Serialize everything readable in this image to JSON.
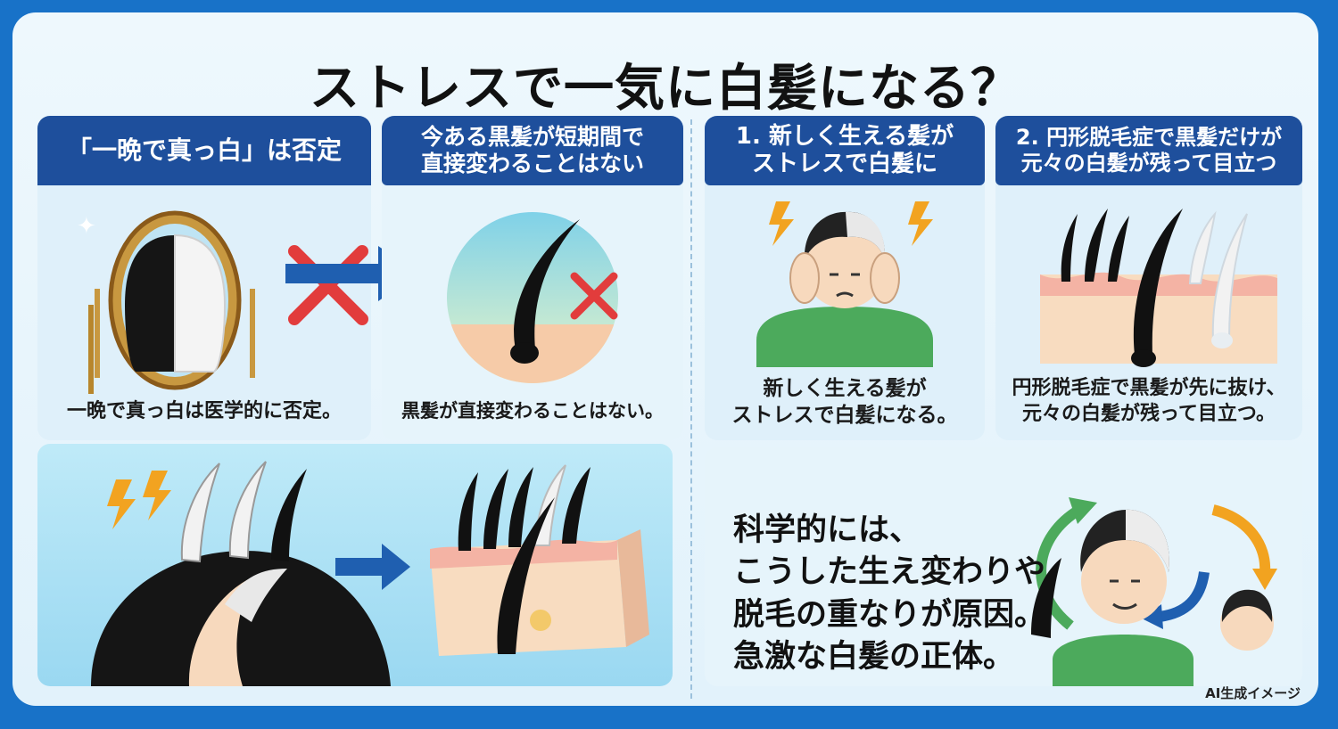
{
  "title": "ストレスで一気に白髪になる？",
  "panels": {
    "p1": {
      "header": "「一晩で真っ白」は否定",
      "caption": "一晩で真っ白は医学的に否定。"
    },
    "p2": {
      "header_line1": "今ある黒髪が短期間で",
      "header_line2": "直接変わることはない",
      "caption": "黒髪が直接変わることはない。"
    },
    "p3": {
      "header_line1": "1. 新しく生える髪が",
      "header_line2": "ストレスで白髪に",
      "caption_line1": "新しく生える髪が",
      "caption_line2": "ストレスで白髪になる。"
    },
    "p4": {
      "header_line1": "2. 円形脱毛症で黒髪だけが",
      "header_line2": "元々の白髪が残って目立つ",
      "caption_line1": "円形脱毛症で黒髪が先に抜け、",
      "caption_line2": "元々の白髪が残って目立つ。"
    }
  },
  "summary": {
    "line1": "科学的には、",
    "line2": "こうした生え変わりや",
    "line3": "脱毛の重なりが原因。",
    "line4": "急激な白髪の正体。"
  },
  "credit": "AI生成イメージ",
  "colors": {
    "frame": "#1872c8",
    "header_bg": "#1e4f9c",
    "arrow_blue": "#1f5fb0",
    "cross_red": "#e23c3c",
    "bolt_orange": "#f2a320",
    "green_shirt": "#4caa5c",
    "skin": "#f7d9bd"
  }
}
